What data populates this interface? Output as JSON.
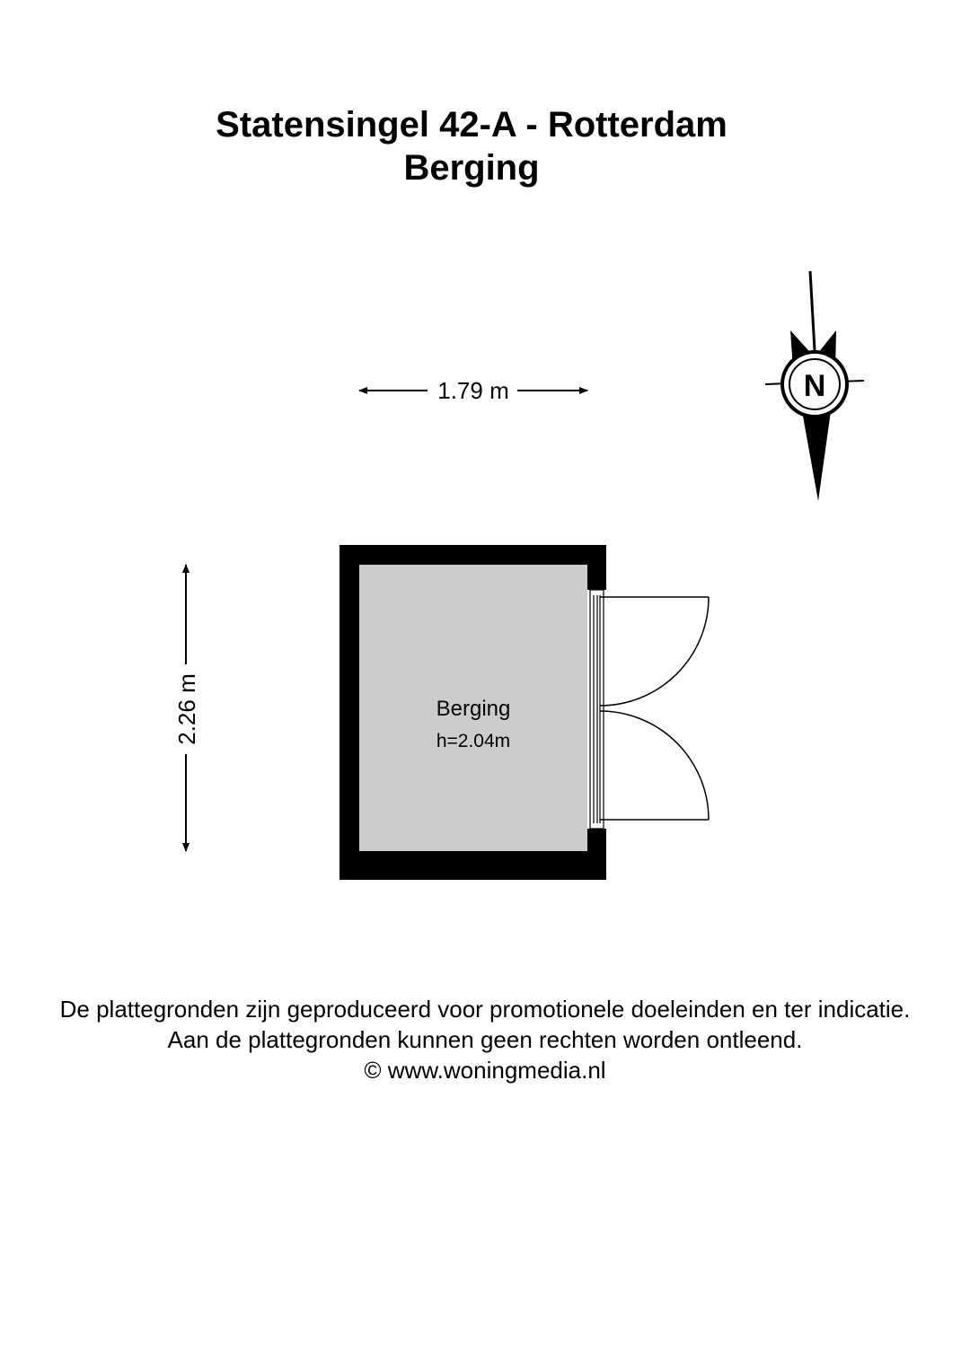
{
  "header": {
    "address": "Statensingel 42-A - Rotterdam",
    "floor_name": "Berging"
  },
  "plan": {
    "width_dimension": "1.79 m",
    "height_dimension": "2.26 m",
    "room": {
      "name": "Berging",
      "height": "h=2.04m"
    },
    "compass_label": "N",
    "colors": {
      "wall": "#000000",
      "floor": "#cccccc",
      "background": "#ffffff"
    }
  },
  "footer": {
    "disclaimer_line1": "De plattegronden zijn geproduceerd voor promotionele doeleinden en ter indicatie.",
    "disclaimer_line2": "Aan de plattegronden kunnen geen rechten worden ontleend.",
    "copyright": "© www.woningmedia.nl"
  }
}
